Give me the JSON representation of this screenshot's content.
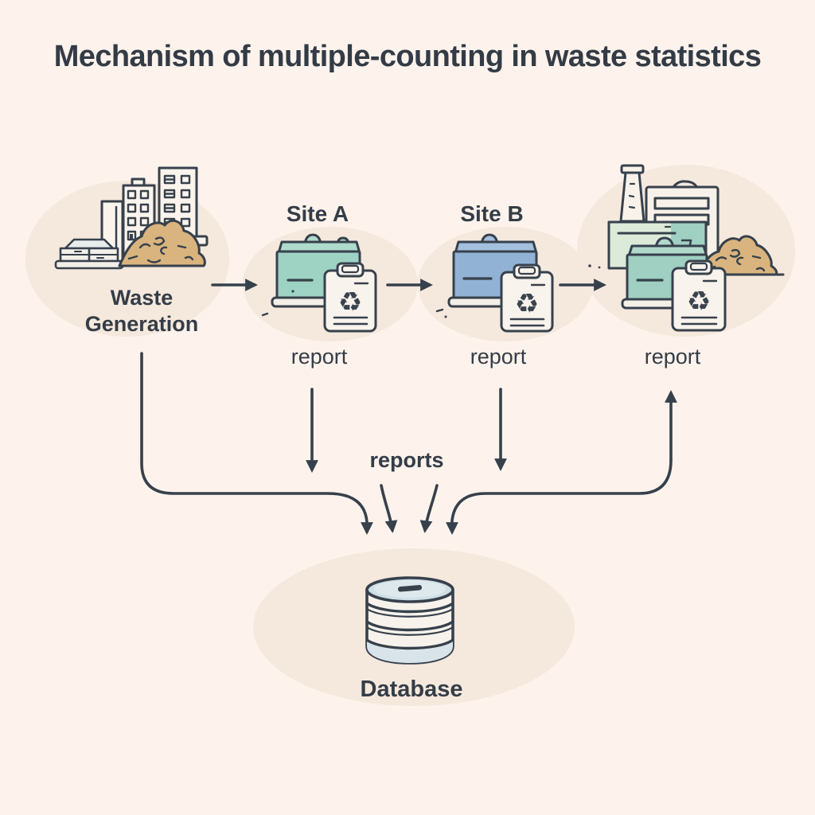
{
  "title": "Mechanism of multiple-counting in waste statistics",
  "nodes": {
    "waste_generation": {
      "label": "Waste Generation"
    },
    "site_a": {
      "label": "Site A",
      "report_label": "report"
    },
    "site_b": {
      "label": "Site B",
      "report_label": "report"
    },
    "final_disposal": {
      "report_label": "report"
    },
    "database": {
      "label": "Database"
    },
    "merged_reports_label": "reports"
  },
  "icons": {
    "recycle_symbol": "♻",
    "waste_generation": "buildings-and-waste-pile-icon",
    "site_a": "teal-dumpster-icon",
    "site_b": "blue-dumpster-icon",
    "final_disposal": "factory-with-dumpster-icon",
    "report": "report-clipboard-icon",
    "database": "database-cylinder-icon"
  },
  "colors": {
    "background": "#fdf3ec",
    "blob": "#f5e8dd",
    "outline": "#37414c",
    "text": "#343d47",
    "site_a_teal": "#9ed3c4",
    "site_b_blue": "#92b2d5",
    "waste_tan": "#d9b47e",
    "factory_green": "#dcead9",
    "database_top_blue": "#cfdfe6",
    "paper_cream": "#f8f3ec"
  }
}
